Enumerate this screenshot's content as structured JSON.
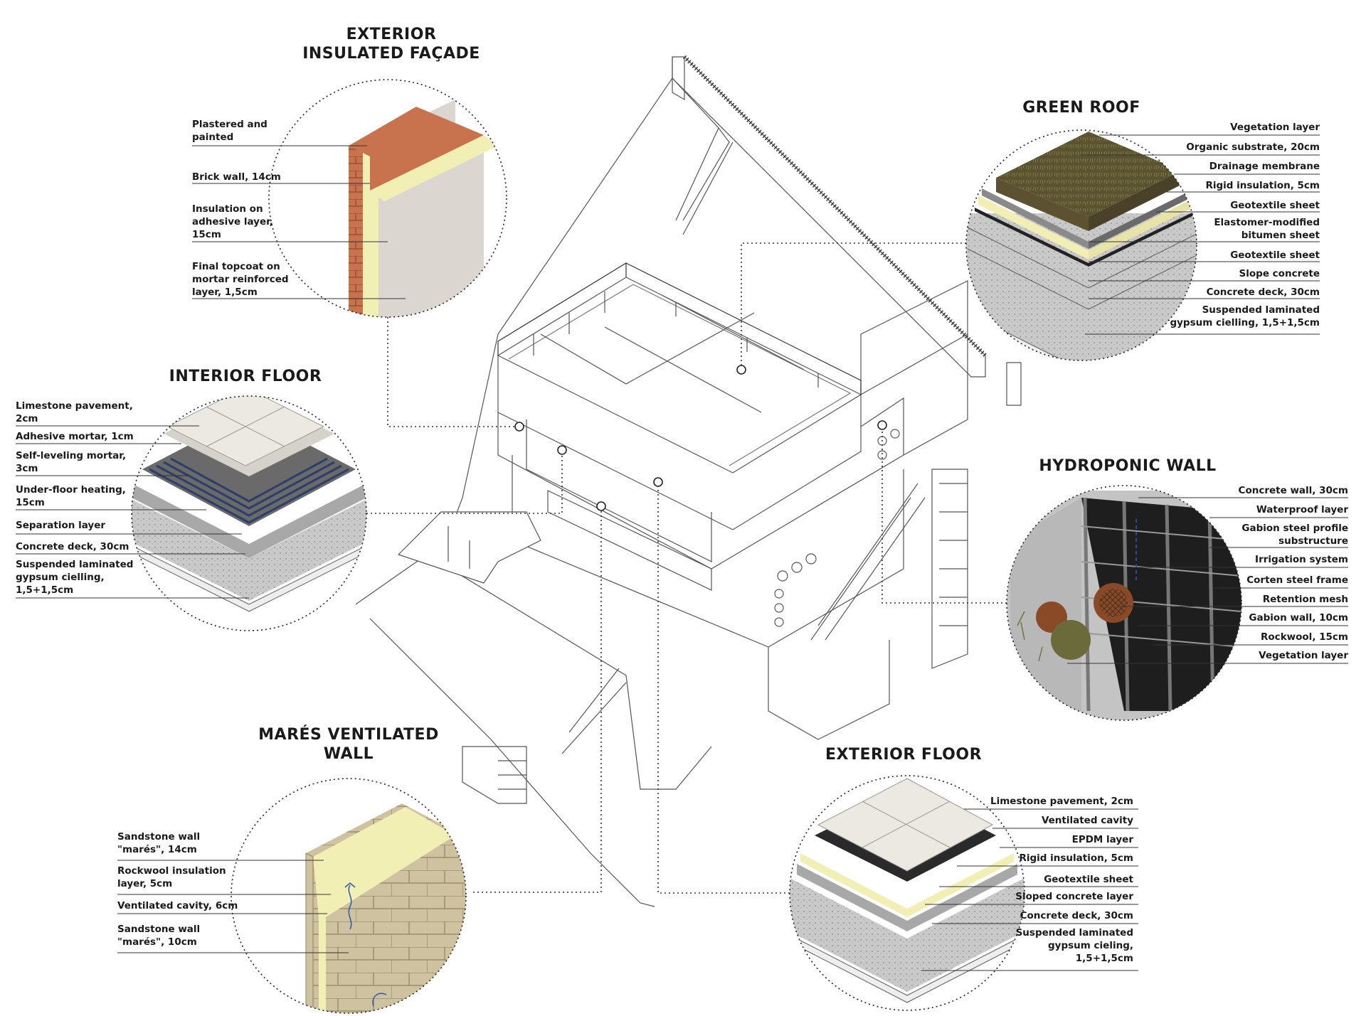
{
  "sections": {
    "facade": {
      "title": "EXTERIOR\nINSULATED FAÇADE",
      "labels": [
        "Plastered and\npainted",
        "Brick wall, 14cm",
        "Insulation on\nadhesive layer,\n15cm",
        "Final topcoat on\nmortar reinforced\nlayer, 1,5cm"
      ]
    },
    "green_roof": {
      "title": "GREEN  ROOF",
      "labels": [
        "Vegetation layer",
        "Organic substrate, 20cm",
        "Drainage membrane",
        "Rigid insulation, 5cm",
        "Geotextile sheet",
        "Elastomer-modified\nbitumen sheet",
        "Geotextile sheet",
        "Slope concrete",
        "Concrete deck, 30cm",
        "Suspended laminated\ngypsum cielling, 1,5+1,5cm"
      ]
    },
    "interior_floor": {
      "title": "INTERIOR FLOOR",
      "labels": [
        "Limestone pavement,\n2cm",
        "Adhesive mortar, 1cm",
        "Self-leveling mortar,\n3cm",
        "Under-floor heating,\n15cm",
        "Separation layer",
        "Concrete deck, 30cm",
        "Suspended laminated\ngypsum cielling,\n1,5+1,5cm"
      ]
    },
    "hydroponic": {
      "title": "HYDROPONIC WALL",
      "labels": [
        "Concrete wall, 30cm",
        "Waterproof layer",
        "Gabion steel profile\nsubstructure",
        "Irrigation system",
        "Corten steel frame",
        "Retention mesh",
        "Gabion wall, 10cm",
        "Rockwool, 15cm",
        "Vegetation layer"
      ]
    },
    "mares": {
      "title": "MARÉS VENTILATED\nWALL",
      "labels": [
        "Sandstone wall\n\"marés\", 14cm",
        "Rockwool insulation\nlayer, 5cm",
        "Ventilated cavity, 6cm",
        "Sandstone wall\n\"marés\", 10cm"
      ]
    },
    "exterior_floor": {
      "title": "EXTERIOR FLOOR",
      "labels": [
        "Limestone pavement, 2cm",
        "Ventilated cavity",
        "EPDM layer",
        "Rigid insulation, 5cm",
        "Geotextile sheet",
        "Sloped concrete layer",
        "Concrete deck, 30cm",
        "Suspended laminated\ngypsum cieling,\n1,5+1,5cm"
      ]
    }
  },
  "colors": {
    "brick": "#c8734e",
    "insulation": "#f2efb5",
    "plaster": "#dbd7d0",
    "substrate": "#5a4f30",
    "concrete": "#c8c8c8",
    "tile": "#ece9e0",
    "sandstone": "#cfc2a0",
    "corten": "#8a4a28",
    "epdm": "#2a2a2a",
    "heating": "#2c3e6a"
  }
}
